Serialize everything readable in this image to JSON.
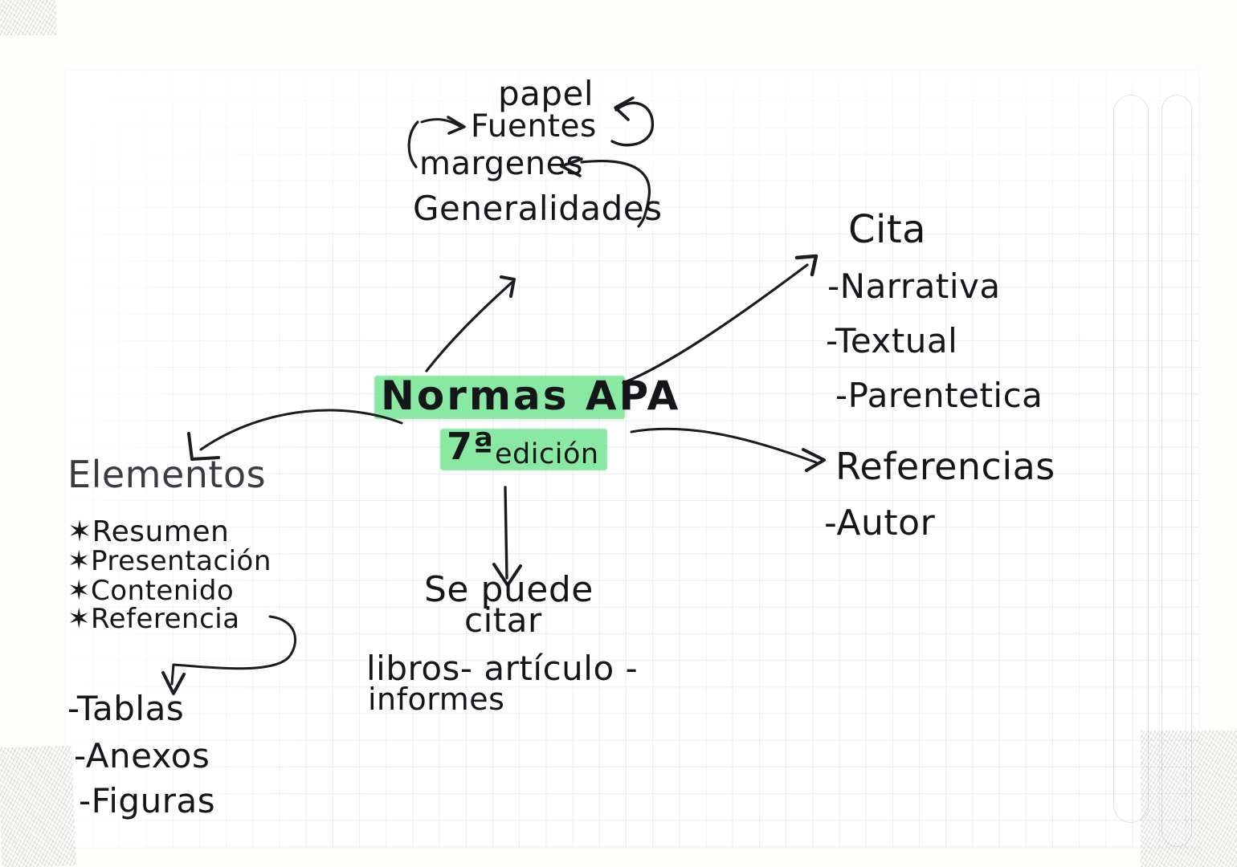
{
  "document": {
    "kind": "handwritten-mind-map",
    "language": "es",
    "medium": "graph-paper-notebook",
    "highlight_color": "#7fe79a",
    "ink_color": "#15161a"
  },
  "center": {
    "title": "Normas APA",
    "subtitle_number": "7ª",
    "subtitle_word": "edición",
    "highlighted": true
  },
  "branches": {
    "top": {
      "heading": "Generalidades",
      "items": [
        {
          "label": "papel"
        },
        {
          "label": "Fuentes"
        },
        {
          "label": "margenes"
        }
      ]
    },
    "right_upper": {
      "heading": "Cita",
      "items": [
        {
          "bullet": "-",
          "label": "Narrativa"
        },
        {
          "bullet": "-",
          "label": "Textual"
        },
        {
          "bullet": "-",
          "label": "Parentetica"
        }
      ]
    },
    "right_lower": {
      "heading": "Referencias",
      "items": [
        {
          "bullet": "-",
          "label": "Autor"
        }
      ]
    },
    "left": {
      "heading": "Elementos",
      "items": [
        {
          "bullet": "✶",
          "label": "Resumen"
        },
        {
          "bullet": "✶",
          "label": "Presentación"
        },
        {
          "bullet": "✶",
          "label": "Contenido"
        },
        {
          "bullet": "✶",
          "label": "Referencia"
        }
      ],
      "sub_items": [
        {
          "bullet": "-",
          "label": "Tablas"
        },
        {
          "bullet": "-",
          "label": "Anexos"
        },
        {
          "bullet": "-",
          "label": "Figuras"
        }
      ]
    },
    "bottom": {
      "heading_line1": "Se puede",
      "heading_line2": "citar",
      "items_line1": "libros- artículo -",
      "items_line2": "informes"
    }
  }
}
